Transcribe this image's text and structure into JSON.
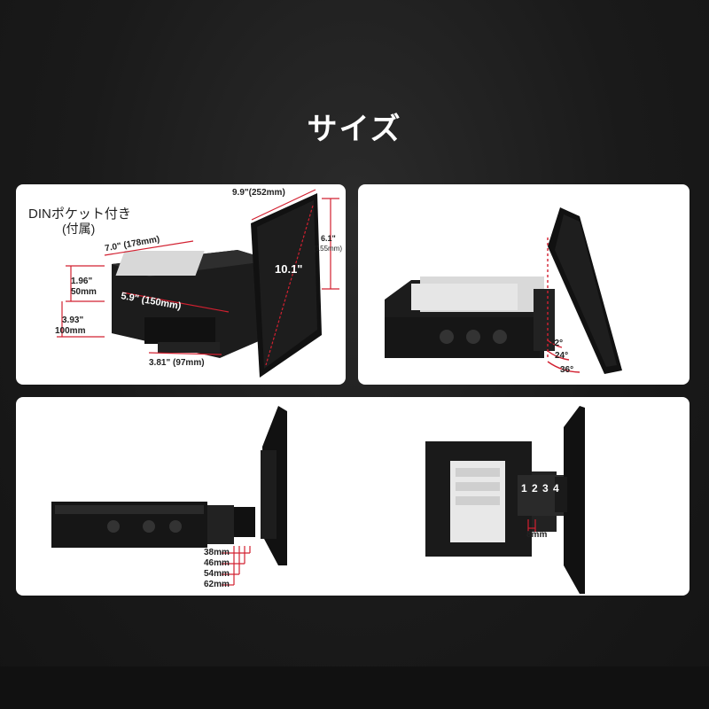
{
  "title": "サイズ",
  "panel1": {
    "din_pocket_line1": "DINポケット付き",
    "din_pocket_line2": "(付属)",
    "width_top": "9.9\"(252mm)",
    "depth": "7.0\" (178mm)",
    "height_screen_in": "6.1\"",
    "height_screen_mm": "(155mm)",
    "diag": "10.1\"",
    "h1_in": "1.96\"",
    "h1_mm": "50mm",
    "chassis_depth": "5.9\" (150mm)",
    "h2_in": "3.93\"",
    "h2_mm": "100mm",
    "bottom_width": "3.81\" (97mm)"
  },
  "panel2": {
    "angle1": "12°",
    "angle2": "24°",
    "angle3": "36°"
  },
  "panel3": {
    "offsets": [
      "38mm",
      "46mm",
      "54mm",
      "62mm"
    ],
    "positions": [
      "1",
      "2",
      "3",
      "4"
    ],
    "spacing": "8mm"
  },
  "colors": {
    "accent": "#d22030",
    "background": "#1a1a1a",
    "panel": "#ffffff"
  }
}
